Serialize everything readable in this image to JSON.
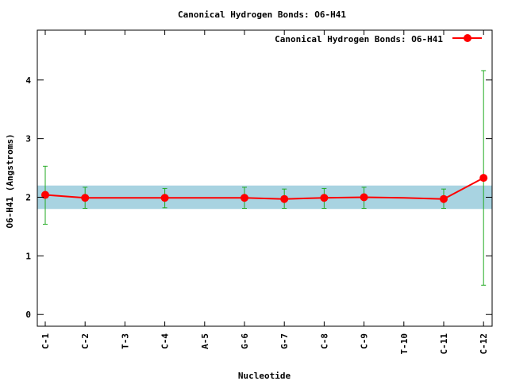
{
  "chart_data": {
    "type": "line",
    "title": "Canonical Hydrogen Bonds: O6-H41",
    "xlabel": "Nucleotide",
    "ylabel": "O6-H41 (Angstroms)",
    "categories": [
      "C-1",
      "C-2",
      "T-3",
      "C-4",
      "A-5",
      "G-6",
      "G-7",
      "C-8",
      "C-9",
      "T-10",
      "C-11",
      "C-12"
    ],
    "y_ticks": [
      "0",
      "1",
      "2",
      "3",
      "4"
    ],
    "ylim": [
      -0.2,
      4.85
    ],
    "grid": false,
    "legend_position": "top-right",
    "band": {
      "low": 1.8,
      "high": 2.2,
      "color": "#a8d3e1"
    },
    "series": [
      {
        "name": "Canonical Hydrogen Bonds: O6-H41",
        "color": "#ff0000",
        "line_values": [
          2.04,
          1.99,
          1.99,
          1.99,
          1.99,
          1.99,
          1.97,
          1.99,
          2.0,
          1.99,
          1.97,
          2.33
        ],
        "markers": [
          {
            "category": "C-1",
            "value": 2.04,
            "err_low": 1.54,
            "err_high": 2.53
          },
          {
            "category": "C-2",
            "value": 1.99,
            "err_low": 1.81,
            "err_high": 2.17
          },
          {
            "category": "C-4",
            "value": 1.99,
            "err_low": 1.82,
            "err_high": 2.15
          },
          {
            "category": "G-6",
            "value": 1.99,
            "err_low": 1.81,
            "err_high": 2.17
          },
          {
            "category": "G-7",
            "value": 1.97,
            "err_low": 1.81,
            "err_high": 2.14
          },
          {
            "category": "C-8",
            "value": 1.99,
            "err_low": 1.81,
            "err_high": 2.15
          },
          {
            "category": "C-9",
            "value": 2.0,
            "err_low": 1.81,
            "err_high": 2.17
          },
          {
            "category": "C-11",
            "value": 1.97,
            "err_low": 1.81,
            "err_high": 2.14
          },
          {
            "category": "C-12",
            "value": 2.33,
            "err_low": 0.5,
            "err_high": 4.16
          }
        ]
      }
    ],
    "errorbar_color": "#22aa22"
  }
}
